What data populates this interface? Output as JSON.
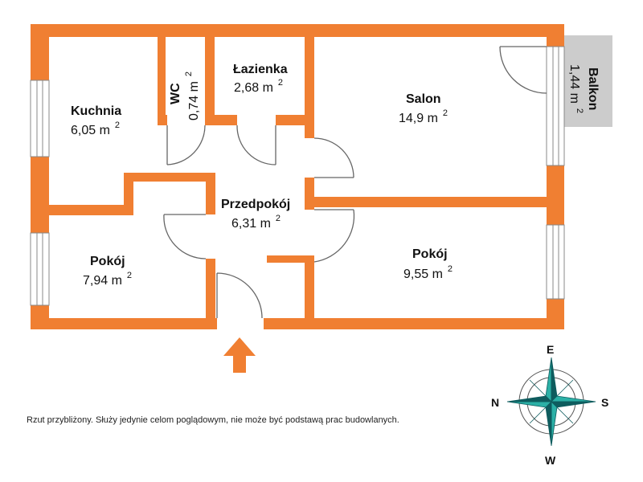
{
  "colors": {
    "wall": "#f07f32",
    "balcony": "#cccccc",
    "window": "#ffffff",
    "compass_dark": "#0e5c5e",
    "compass_light": "#2bb0a6",
    "arrow": "#f07f32"
  },
  "rooms": [
    {
      "id": "kuchnia",
      "name": "Kuchnia",
      "area": "6,05 m",
      "sup": "2"
    },
    {
      "id": "wc",
      "name": "WC",
      "area": "0,74 m",
      "sup": "2"
    },
    {
      "id": "lazienka",
      "name": "Łazienka",
      "area": "2,68 m",
      "sup": "2"
    },
    {
      "id": "salon",
      "name": "Salon",
      "area": "14,9 m",
      "sup": "2"
    },
    {
      "id": "balkon",
      "name": "Balkon",
      "area": "1,44 m",
      "sup": "2"
    },
    {
      "id": "przedpokoj",
      "name": "Przedpokój",
      "area": "6,31 m",
      "sup": "2"
    },
    {
      "id": "pokoj1",
      "name": "Pokój",
      "area": "7,94 m",
      "sup": "2"
    },
    {
      "id": "pokoj2",
      "name": "Pokój",
      "area": "9,55 m",
      "sup": "2"
    }
  ],
  "compass": {
    "top": "E",
    "left": "N",
    "right": "S",
    "bottom": "W"
  },
  "disclaimer": "Rzut przybliżony. Służy jedynie celom poglądowym, nie może być podstawą prac budowlanych.",
  "icons": {
    "entrance": "entrance-arrow-icon",
    "compass": "compass-rose-icon"
  }
}
